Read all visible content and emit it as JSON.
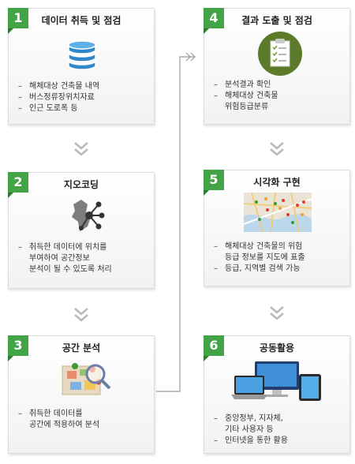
{
  "steps": [
    {
      "num": "1",
      "title": "데이터 취득 및 점검",
      "items": [
        "해체대상 건축물 내역",
        "버스정류장위치자료",
        "인근 도로폭 등"
      ]
    },
    {
      "num": "2",
      "title": "지오코딩",
      "items": [
        "취득한 데이터에 위치를\n부여하여 공간정보\n분석이 될 수 있도록 처리"
      ]
    },
    {
      "num": "3",
      "title": "공간 분석",
      "items": [
        "취득한 데이터를\n공간에 적용하여 분석"
      ]
    },
    {
      "num": "4",
      "title": "결과 도출 및 점검",
      "items": [
        "분석결과 확인",
        "해체대상 건축물\n위험등급분류"
      ]
    },
    {
      "num": "5",
      "title": "시각화 구현",
      "items": [
        "해체대상 건축물의 위험\n등급 정보를 지도에 표출",
        "등급, 지역별 검색 가능"
      ]
    },
    {
      "num": "6",
      "title": "공동활용",
      "items": [
        "중앙정부, 지자체,\n기타 사용자 등",
        "인터넷을 통한 활용"
      ]
    }
  ],
  "colors": {
    "badge": "#43a347",
    "chevron": "#b9b9b9",
    "connector": "#9a9a9a"
  }
}
